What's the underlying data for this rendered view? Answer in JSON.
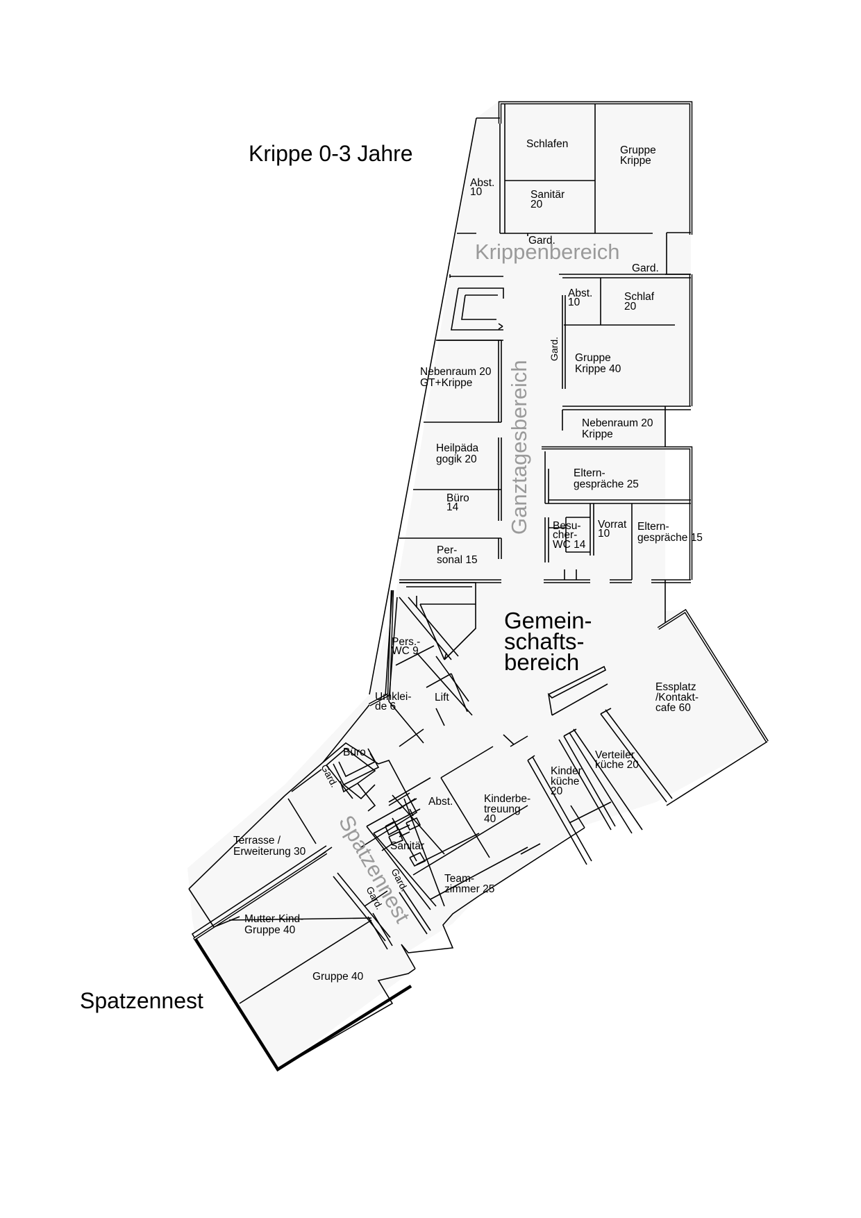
{
  "titles": {
    "krippe": "Krippe 0-3 Jahre",
    "spatzennest": "Spatzennest"
  },
  "zones": {
    "krippenbereich": "Krippenbereich",
    "ganztagesbereich": "Ganztagesbereich",
    "gemeinschaft_1": "Gemein-",
    "gemeinschaft_2": "schafts-",
    "gemeinschaft_3": "bereich",
    "spatzennest": "Spatzennest"
  },
  "rooms": {
    "schlafen": "Schlafen",
    "gruppe_krippe_1a": "Gruppe",
    "gruppe_krippe_1b": "Krippe",
    "abst_top_a": "Abst.",
    "abst_top_b": "10",
    "sanitaer_top_a": "Sanitär",
    "sanitaer_top_b": "20",
    "gard_top": "Gard.",
    "gard_right": "Gard.",
    "abst_mid_a": "Abst.",
    "abst_mid_b": "10",
    "schlaf_a": "Schlaf",
    "schlaf_b": "20",
    "gard_vertical": "Gard.",
    "gruppe_krippe_2a": "Gruppe",
    "gruppe_krippe_2b": "Krippe 40",
    "nebenraum_gt_a": "Nebenraum 20",
    "nebenraum_gt_b": "GT+Krippe",
    "nebenraum_krippe_a": "Nebenraum 20",
    "nebenraum_krippe_b": "Krippe",
    "heilpaed_a": "Heilpäda",
    "heilpaed_b": "gogik 20",
    "eltern25_a": "Eltern-",
    "eltern25_b": "gespräche 25",
    "buero14_a": "Büro",
    "buero14_b": "14",
    "besucher_a": "Besu-",
    "besucher_b": "cher-",
    "besucher_c": "WC 14",
    "vorrat_a": "Vorrat",
    "vorrat_b": "10",
    "eltern15_a": "Eltern-",
    "eltern15_b": "gespräche 15",
    "personal_a": "Per-",
    "personal_b": "sonal 15",
    "perswc_a": "Pers.-",
    "perswc_b": "WC 9",
    "umkleide_a": "Umklei-",
    "umkleide_b": "de 6",
    "lift": "Lift",
    "essplatz_a": "Essplatz",
    "essplatz_b": "/Kontakt-",
    "essplatz_c": "cafe 60",
    "buero_low": "Büro",
    "gard_low1": "Gard.",
    "verteiler_a": "Verteiler",
    "verteiler_b": "küche 20",
    "kinderkueche_a": "Kinder",
    "kinderkueche_b": "küche",
    "kinderkueche_c": "20",
    "abst_low": "Abst.",
    "kinderbetreuung_a": "Kinderbe-",
    "kinderbetreuung_b": "treuung",
    "kinderbetreuung_c": "40",
    "terrasse_a": "Terrasse /",
    "terrasse_b": "Erweiterung 30",
    "sanitaer_low": "Sanitär",
    "gard_low2": "Gard.",
    "gard_low3": "Gard.",
    "teamzimmer_a": "Team-",
    "teamzimmer_b": "zimmer 25",
    "mutterkind_a": "Mutter-Kind-",
    "mutterkind_b": "Gruppe 40",
    "gruppe40": "Gruppe 40"
  }
}
